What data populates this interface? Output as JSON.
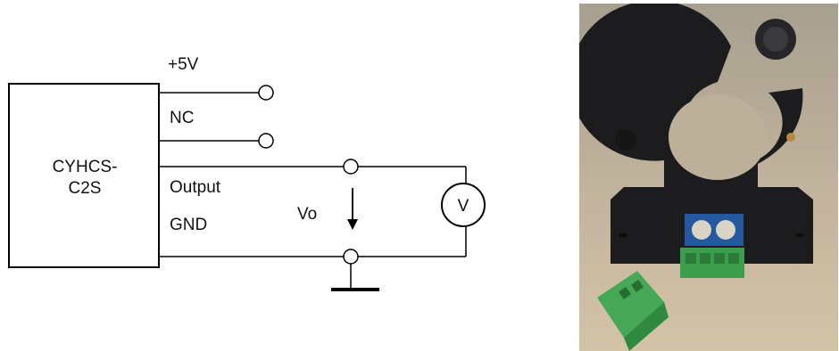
{
  "diagram": {
    "device_label_line1": "CYHCS-",
    "device_label_line2": "C2S",
    "pins": {
      "vcc": "+5V",
      "nc": "NC",
      "output": "Output",
      "gnd": "GND"
    },
    "voltage_label": "Vo",
    "meter_symbol": "V",
    "ground_symbol": "ground-symbol",
    "arrow_icon": "down-arrow-icon"
  },
  "photo": {
    "subject": "clamp-on hall current sensor with green terminal block",
    "colors": {
      "sensor_body": "#1b1b1d",
      "terminal_block": "#3f9e4e",
      "trimmer": "#2a63b8",
      "background": "#b8a990"
    }
  }
}
